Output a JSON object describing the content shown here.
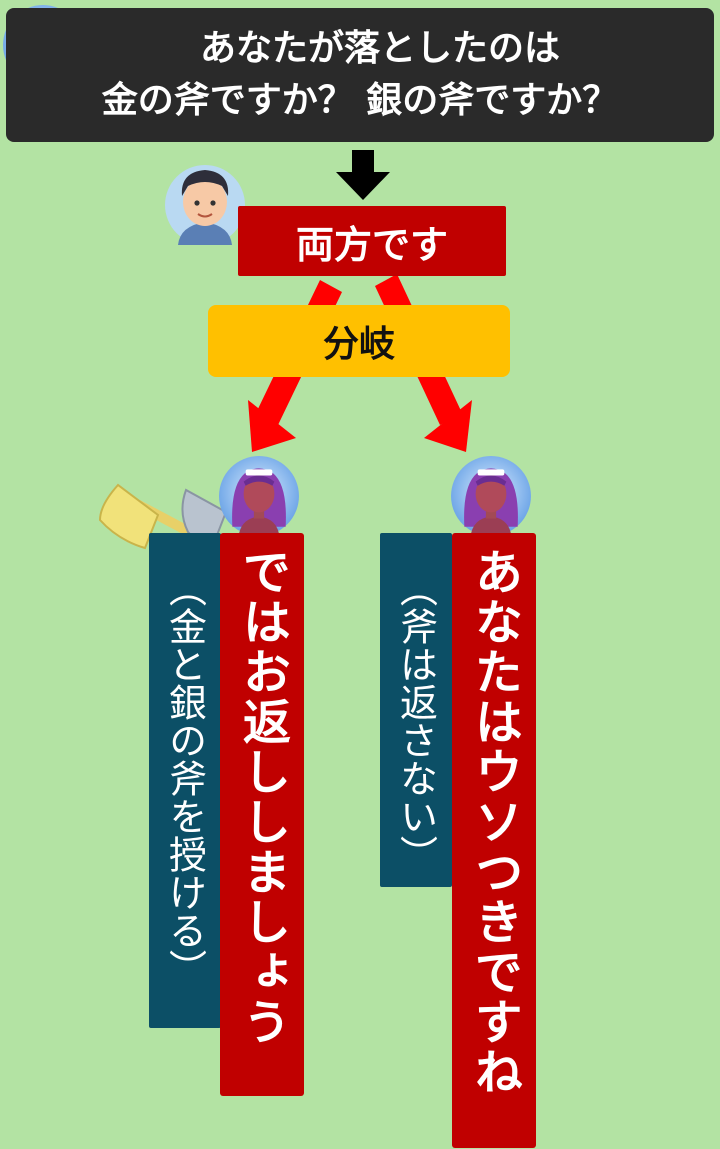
{
  "question": {
    "line1": "あなたが落としたのは",
    "line2": "金の斧ですか？ 銀の斧ですか？"
  },
  "answer": "両方です",
  "branch": "分岐",
  "left": {
    "main": "ではお返ししましょう",
    "note": "（金と銀の斧を授ける）"
  },
  "right": {
    "main": "あなたはウソつきですね",
    "note": "（斧は返さない）"
  },
  "colors": {
    "background": "#b3e3a3",
    "header": "#2a2a2a",
    "red": "#c00000",
    "yellow": "#ffc000",
    "teal": "#0c4f66"
  },
  "icons": [
    "goddess-avatar-icon",
    "man-avatar-icon",
    "gold-axe-icon",
    "silver-axe-icon",
    "down-arrow-icon",
    "red-arrow-icon"
  ]
}
